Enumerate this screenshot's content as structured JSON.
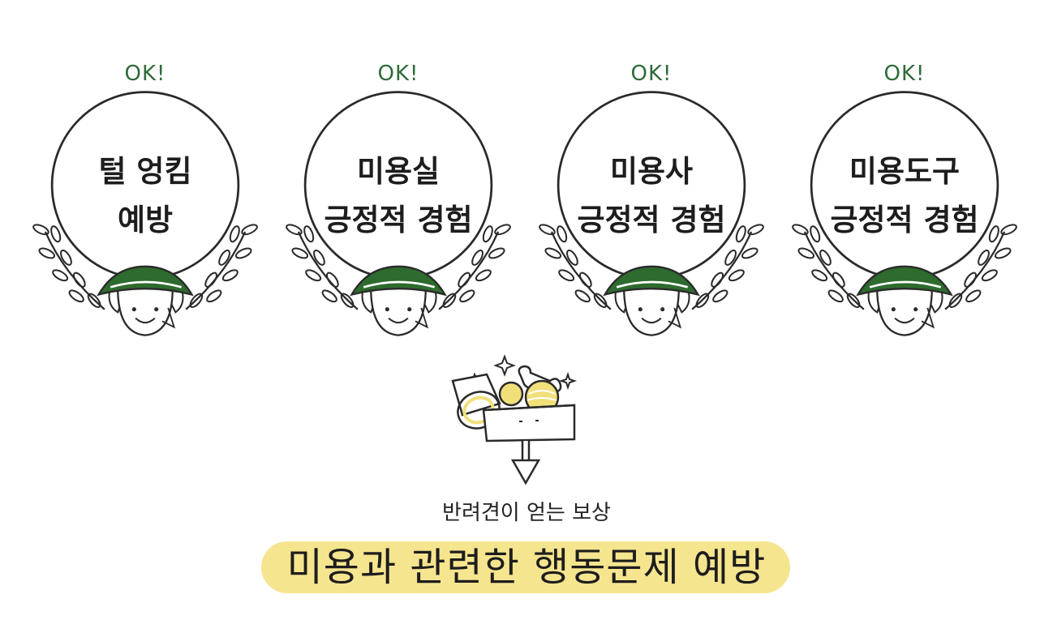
{
  "items": [
    {
      "ok": "OK!",
      "line1": "털 엉킴",
      "line2": "예방"
    },
    {
      "ok": "OK!",
      "line1": "미용실",
      "line2": "긍정적 경험"
    },
    {
      "ok": "OK!",
      "line1": "미용사",
      "line2": "긍정적 경험"
    },
    {
      "ok": "OK!",
      "line1": "미용도구",
      "line2": "긍정적 경험"
    }
  ],
  "reward_label": "반려견이 얻는 보상",
  "headline": "미용과 관련한 행동문제 예방",
  "colors": {
    "ok_text": "#2f6b3a",
    "hat": "#2e6b2e",
    "highlight": "#f6e58f",
    "outline": "#2a2a2a",
    "treat": "#f1df7a"
  }
}
